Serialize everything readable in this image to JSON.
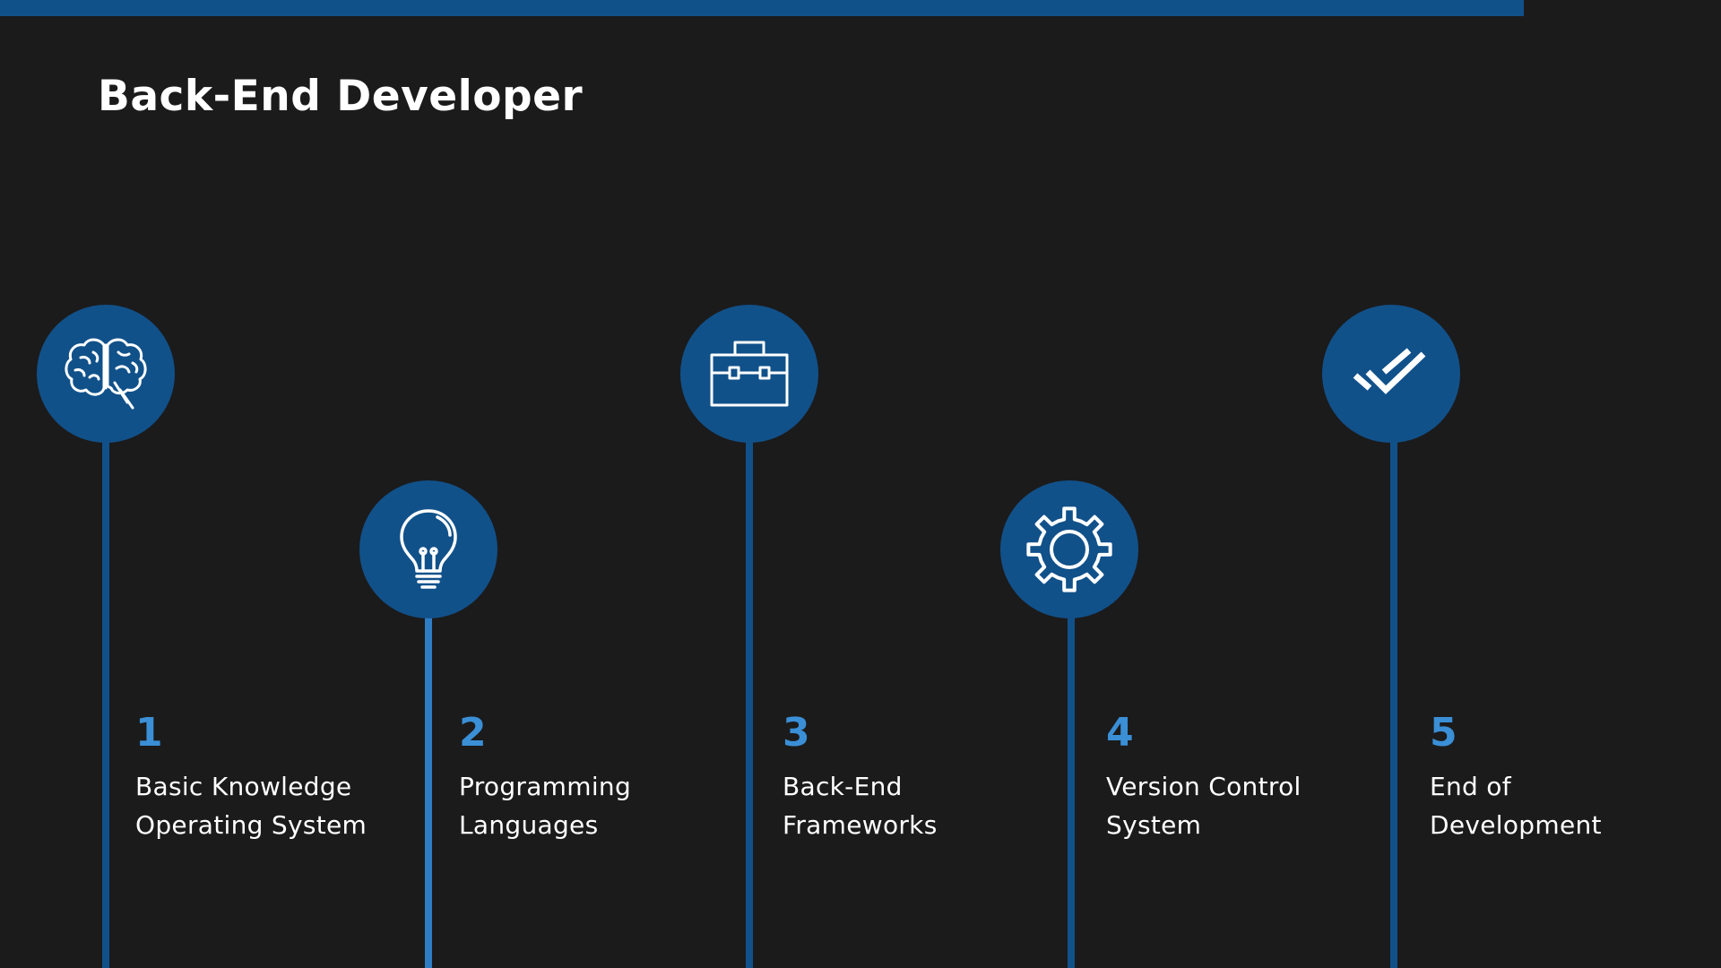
{
  "slide": {
    "title": "Back-End Developer",
    "accent_color": "#11518a",
    "number_color": "#3a8fd6",
    "background_color": "#1b1b1c"
  },
  "steps": [
    {
      "number": "1",
      "label_line1": "Basic Knowledge",
      "label_line2": "Operating System",
      "icon": "brain-icon"
    },
    {
      "number": "2",
      "label_line1": "Programming",
      "label_line2": "Languages",
      "icon": "lightbulb-icon"
    },
    {
      "number": "3",
      "label_line1": "Back-End",
      "label_line2": "Frameworks",
      "icon": "briefcase-icon"
    },
    {
      "number": "4",
      "label_line1": "Version Control",
      "label_line2": "System",
      "icon": "gear-icon"
    },
    {
      "number": "5",
      "label_line1": "End of",
      "label_line2": "Development",
      "icon": "double-check-icon"
    }
  ]
}
